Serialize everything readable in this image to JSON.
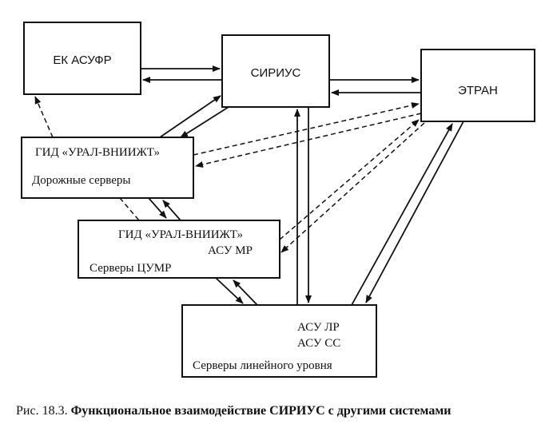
{
  "boxes": {
    "ek": {
      "label": "ЕК АСУФР"
    },
    "sirius": {
      "label": "СИРИУС"
    },
    "etran": {
      "label": "ЭТРАН"
    },
    "gid_road": {
      "title": "ГИД «УРАЛ-ВНИИЖТ»",
      "subtitle": "Дорожные серверы"
    },
    "gid_cumr": {
      "title": "ГИД «УРАЛ-ВНИИЖТ»",
      "line2": "АСУ МР",
      "subtitle": "Серверы ЦУМР"
    },
    "linear": {
      "line1": "АСУ ЛР",
      "line2": "АСУ СС",
      "subtitle": "Серверы линейного уровня"
    }
  },
  "caption": {
    "prefix": "Рис. 18.3. ",
    "text": "Функциональное взаимодействие СИРИУС с другими системами"
  }
}
